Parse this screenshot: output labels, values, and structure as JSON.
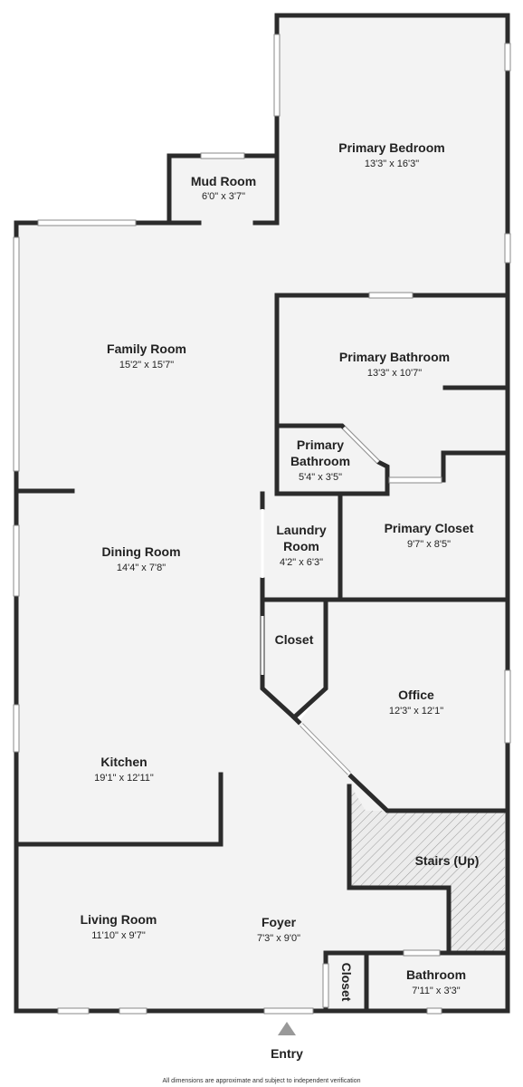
{
  "rooms": [
    {
      "name": "Primary Bedroom",
      "dims": "13'3\" x 16'3\""
    },
    {
      "name": "Mud Room",
      "dims": "6'0\" x 3'7\""
    },
    {
      "name": "Family Room",
      "dims": "15'2\" x 15'7\""
    },
    {
      "name": "Primary Bathroom",
      "dims": "13'3\" x 10'7\""
    },
    {
      "name": [
        "Primary",
        "Bathroom"
      ],
      "dims": "5'4\" x 3'5\""
    },
    {
      "name": [
        "Laundry",
        "Room"
      ],
      "dims": "4'2\" x 6'3\""
    },
    {
      "name": "Primary Closet",
      "dims": "9'7\" x 8'5\""
    },
    {
      "name": "Dining Room",
      "dims": "14'4\" x 7'8\""
    },
    {
      "name": "Closet",
      "dims": ""
    },
    {
      "name": "Office",
      "dims": "12'3\" x 12'1\""
    },
    {
      "name": "Kitchen",
      "dims": "19'1\" x 12'11\""
    },
    {
      "name": "Stairs (Up)",
      "dims": ""
    },
    {
      "name": "Living Room",
      "dims": "11'10\" x 9'7\""
    },
    {
      "name": "Foyer",
      "dims": "7'3\" x 9'0\""
    },
    {
      "name": "Closet",
      "dims": ""
    },
    {
      "name": "Bathroom",
      "dims": "7'11\" x 3'3\""
    }
  ],
  "entry_label": "Entry",
  "footer_note": "All dimensions are approximate and subject to independent verification",
  "colors": {
    "wall": "#2b2b2b",
    "floor": "#f3f3f3",
    "window": "#ffffff"
  }
}
